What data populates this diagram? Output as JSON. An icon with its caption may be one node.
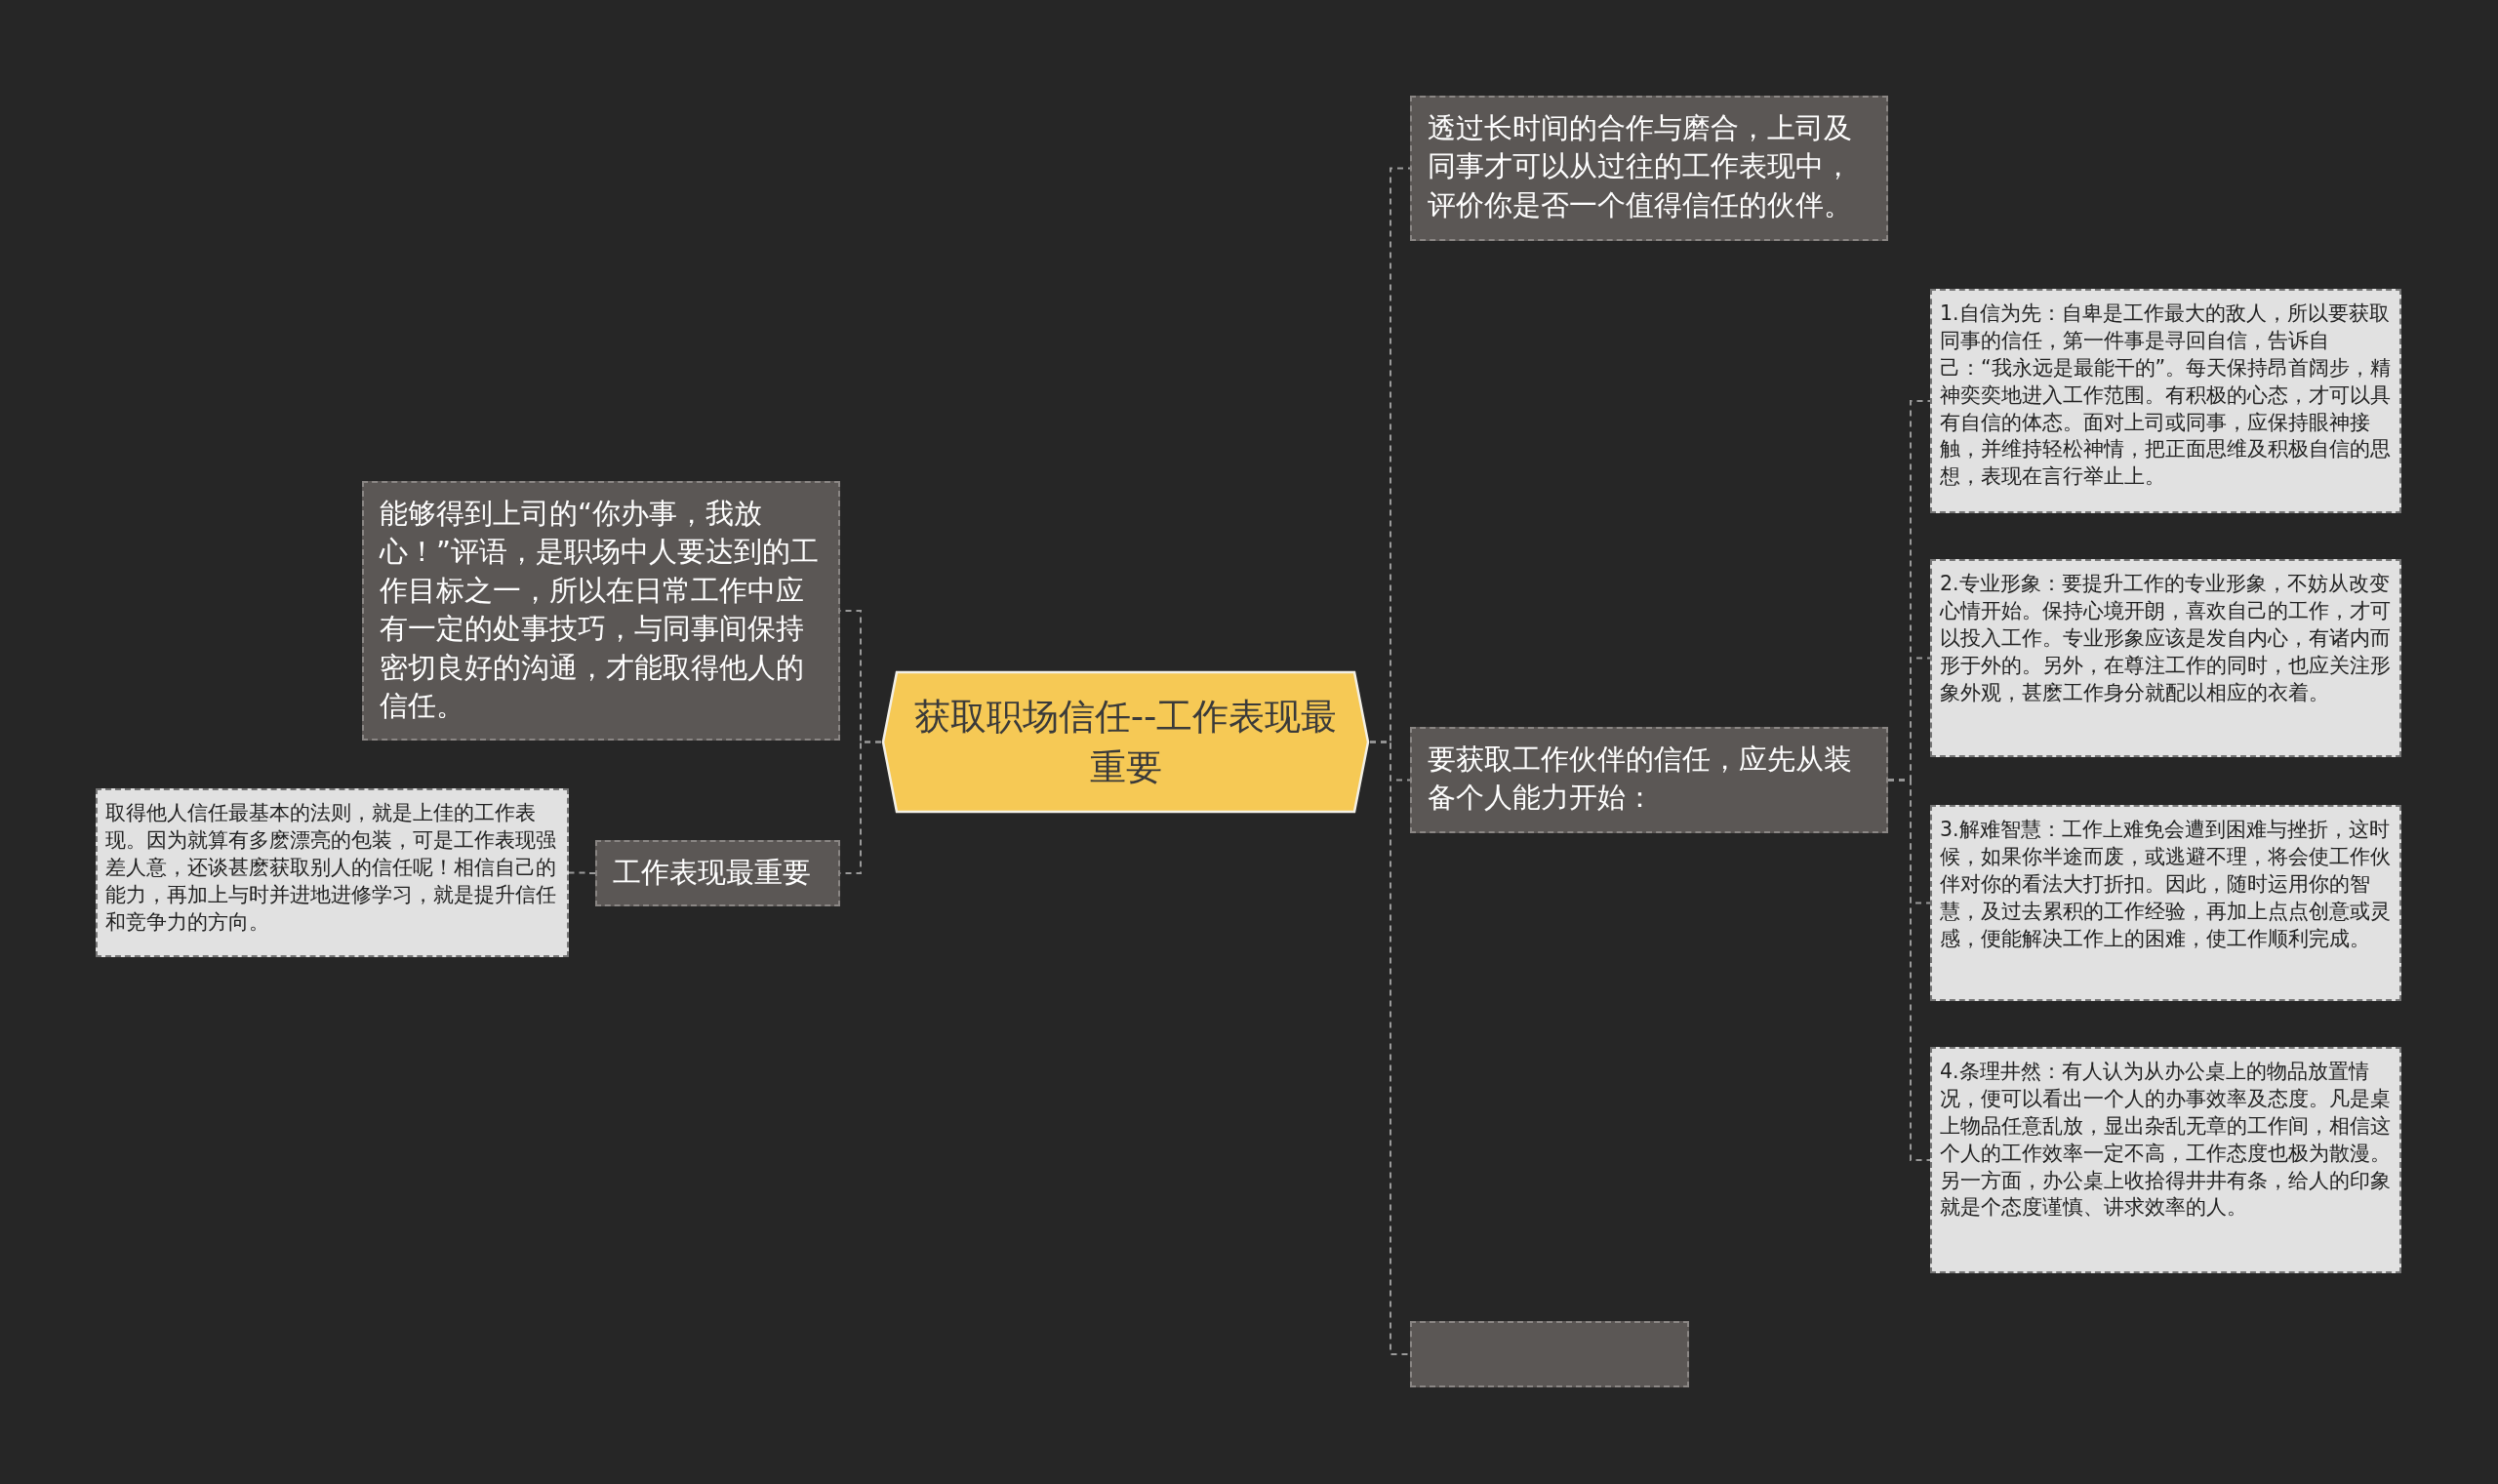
{
  "diagram": {
    "nodes": [
      {
        "text": [
          "获取职场信任--工作表现最重要"
        ]
      },
      {
        "text": [
          "能够得到上司的“你办事，我放心！”评语，是职场中人要达到的工作目标之一，所以在日常工作中应有一定的处事技巧，与同事间保持密切良好的沟通，才能取得他人的信任。"
        ]
      },
      {
        "text": [
          "工作表现最重要"
        ]
      },
      {
        "text": [
          "取得他人信任最基本的法则，就是上佳的工作表现。因为就算有多麽漂亮的包装，可是工作表现强差人意，还谈甚麽获取别人的信任呢！相信自己的能力，再加上与时并进地进修学习，就是提升信任和竞争力的方向。"
        ]
      },
      {
        "text": [
          "透过长时间的合作与磨合，上司及同事才可以从过往的工作表现中，评价你是否一个值得信任的伙伴。"
        ]
      },
      {
        "text": [
          "要获取工作伙伴的信任，应先从装备个人能力开始："
        ]
      },
      {
        "text": [
          "1.自信为先：自卑是工作最大的敌人，所以要获取同事的信任，第一件事是寻回自信，告诉自己：“我永远是最能干的”。每天保持昂首阔步，精神奕奕地进入工作范围。有积极的心态，才可以具有自信的体态。面对上司或同事，应保持眼神接触，并维持轻松神情，把正面思维及积极自信的思想，表现在言行举止上。"
        ]
      },
      {
        "text": [
          "2.专业形象：要提升工作的专业形象，不妨从改变心情开始。保持心境开朗，喜欢自己的工作，才可以投入工作。专业形象应该是发自内心，有诸内而形于外的。另外，在尊注工作的同时，也应关注形象外观，甚麽工作身分就配以相应的衣着。"
        ]
      },
      {
        "text": [
          "3.解难智慧：工作上难免会遭到困难与挫折，这时候，如果你半途而废，或逃避不理，将会使工作伙伴对你的看法大打折扣。因此，随时运用你的智慧，及过去累积的工作经验，再加上点点创意或灵感，便能解决工作上的困难，使工作顺利完成。"
        ]
      },
      {
        "text": [
          "4.条理井然：有人认为从办公桌上的物品放置情况，便可以看出一个人的办事效率及态度。凡是桌上物品任意乱放，显出杂乱无章的工作间，相信这个人的工作效率一定不高，工作态度也极为散漫。另一方面，办公桌上收拾得井井有条，给人的印象就是个态度谨慎、讲求效率的人。"
        ]
      },
      {
        "text": [],
        "shape": "box"
      }
    ],
    "edges": [
      {
        "from": 0,
        "to": 1,
        "arrow": "none"
      },
      {
        "from": 0,
        "to": 2,
        "arrow": "none"
      },
      {
        "from": 2,
        "to": 3,
        "arrow": "none"
      },
      {
        "from": 0,
        "to": 4,
        "arrow": "none"
      },
      {
        "from": 0,
        "to": 5,
        "arrow": "none"
      },
      {
        "from": 5,
        "to": 6,
        "arrow": "none"
      },
      {
        "from": 5,
        "to": 7,
        "arrow": "none"
      },
      {
        "from": 5,
        "to": 8,
        "arrow": "none"
      },
      {
        "from": 5,
        "to": 9,
        "arrow": "none"
      },
      {
        "from": 0,
        "to": 10,
        "arrow": "none"
      }
    ]
  }
}
